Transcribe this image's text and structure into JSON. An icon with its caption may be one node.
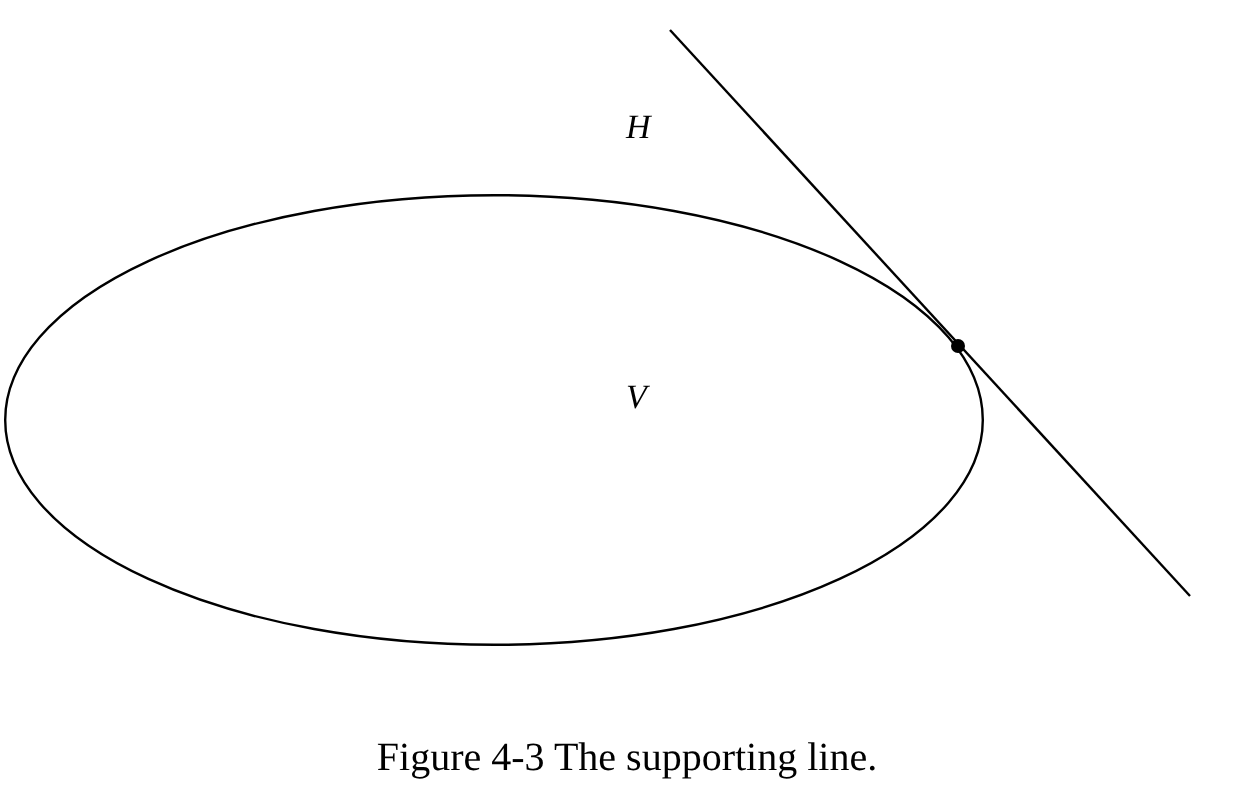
{
  "diagram": {
    "caption": "Figure 4-3 The supporting line.",
    "nodes": [
      {
        "text": [
          "V"
        ]
      }
    ],
    "labels": [
      "H"
    ]
  }
}
